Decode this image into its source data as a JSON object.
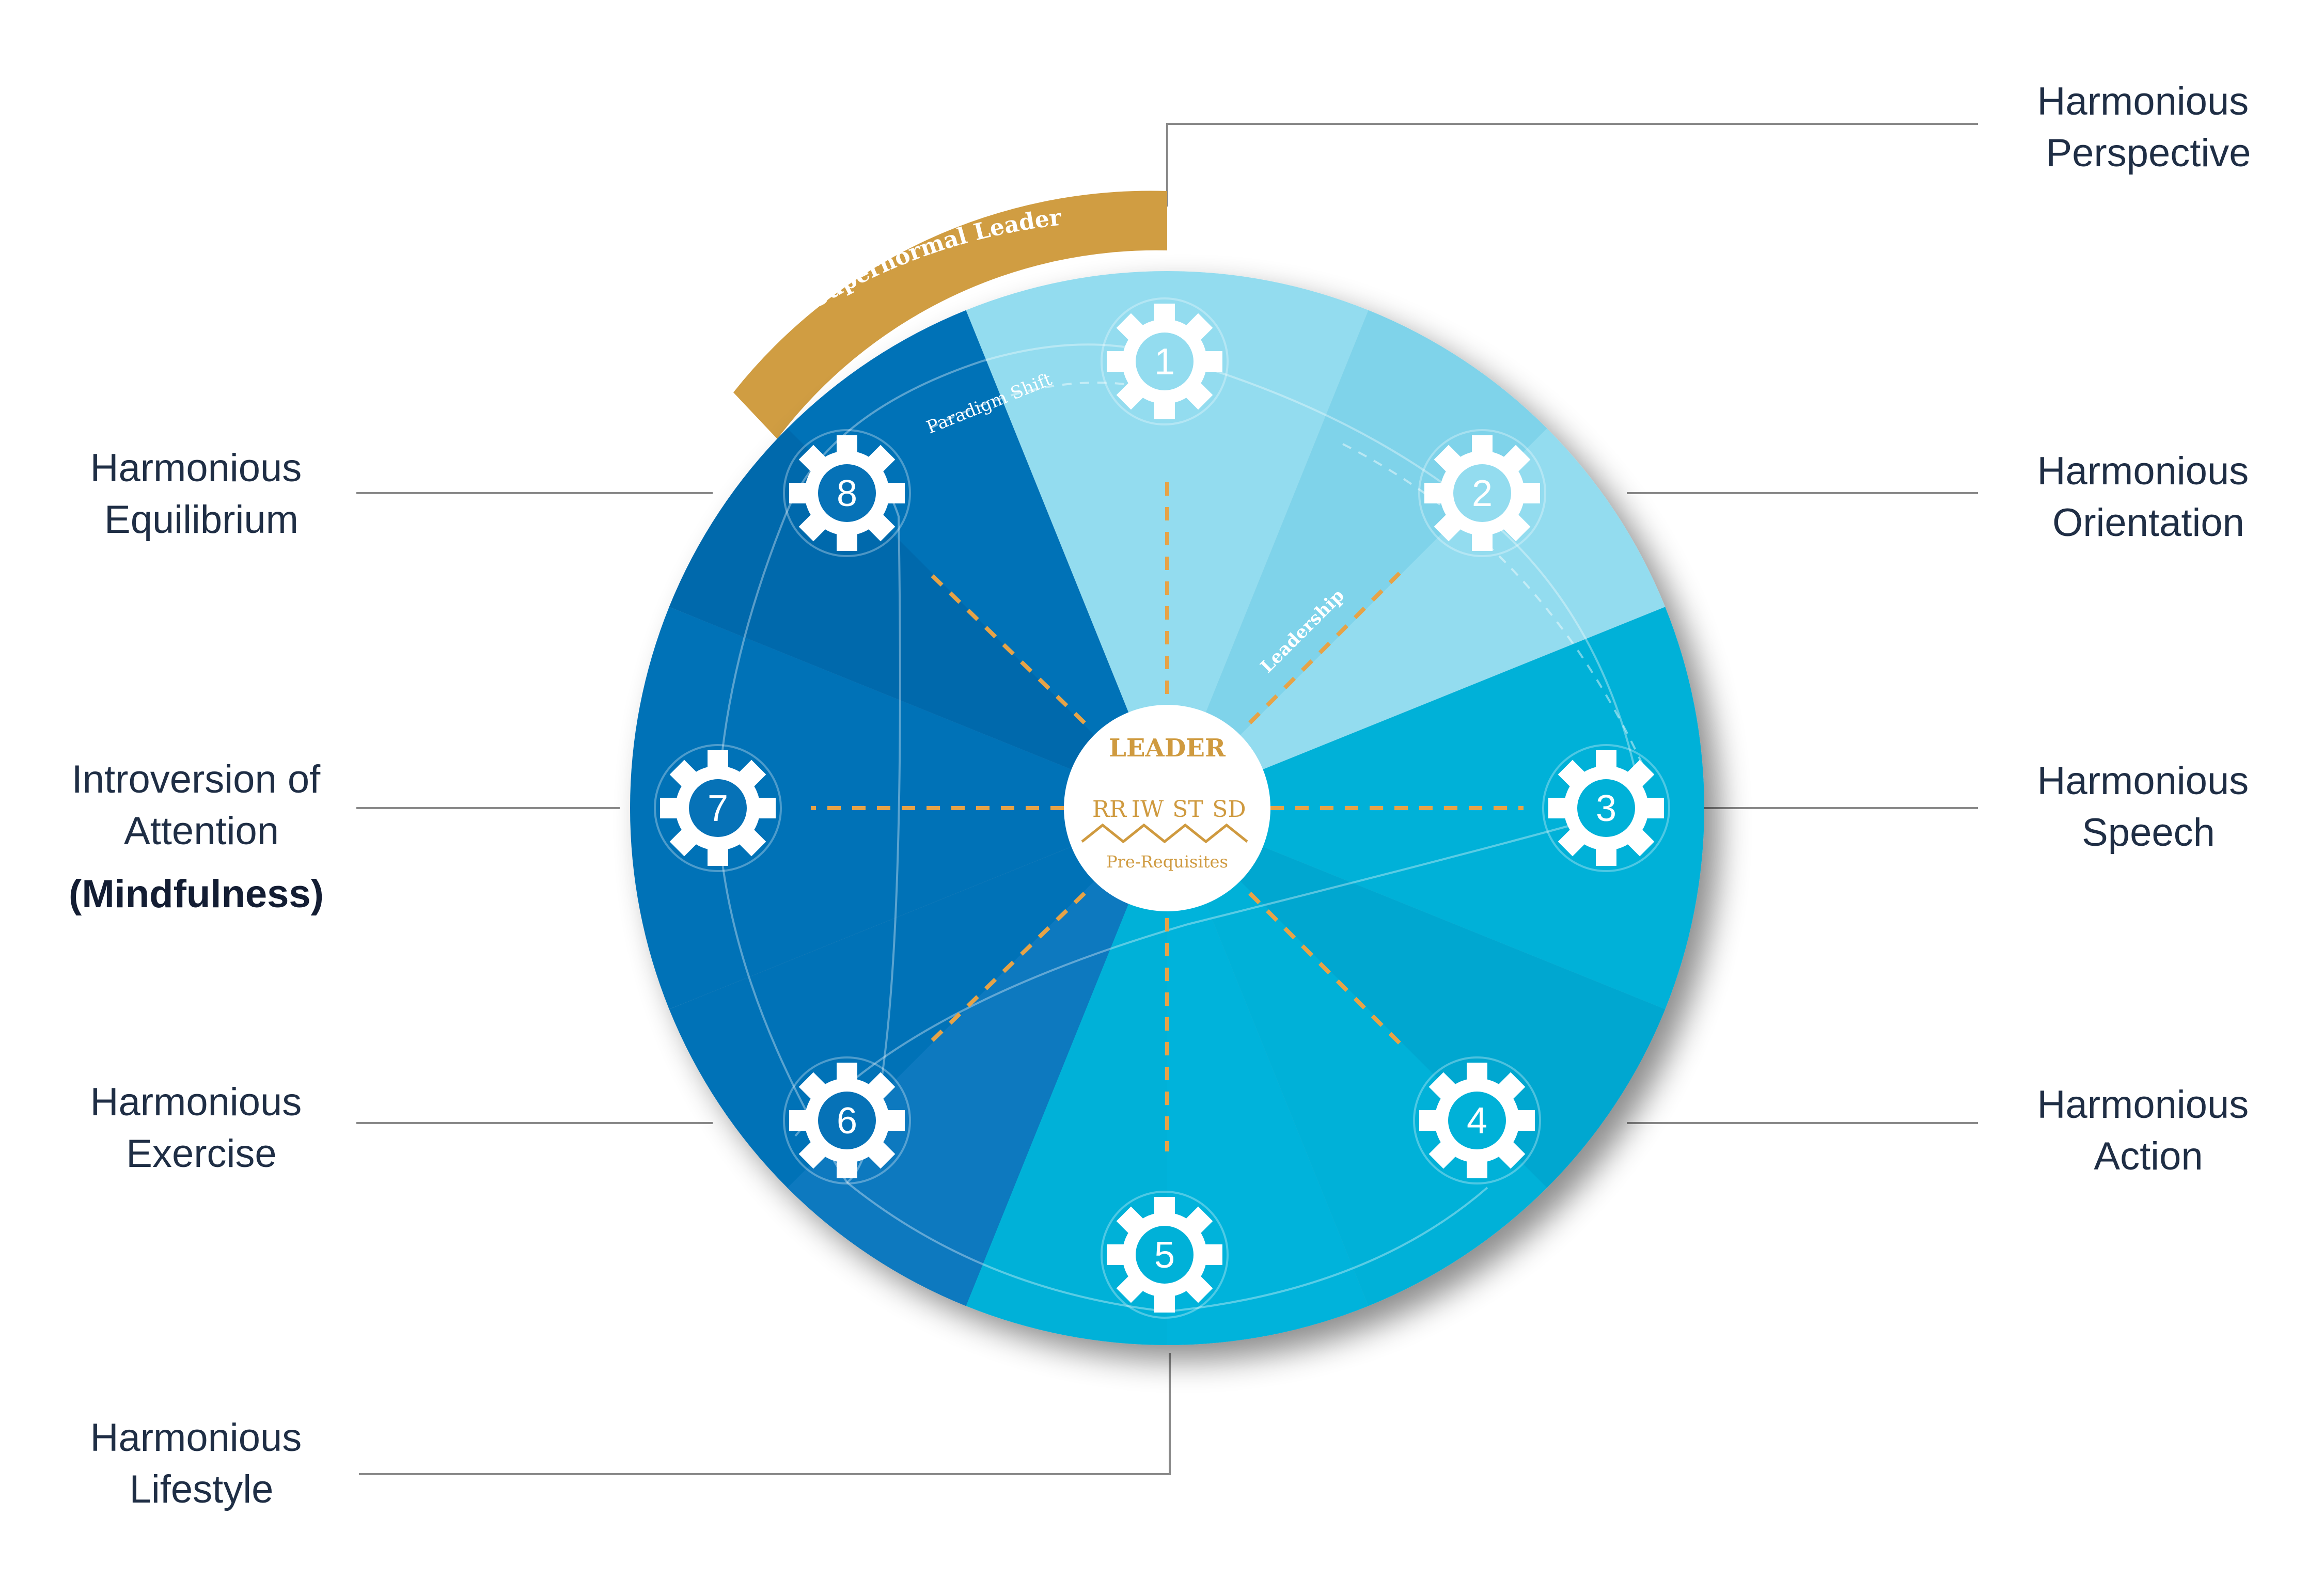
{
  "ring_title": "Supernormal Leader",
  "paradigm_label": "Paradigm Shift",
  "leadership_label": "Leadership",
  "center": {
    "title": "LEADER",
    "codes": [
      "RR",
      "IW",
      "ST",
      "SD"
    ],
    "subtitle": "Pre-Requisites"
  },
  "colors": {
    "gold": "#d09d42",
    "light_blue": "#93dcef",
    "mid_blue": "#00b1d8",
    "dark_blue": "#0672b7"
  },
  "segments": [
    {
      "number": "1",
      "icon": "gear-icon"
    },
    {
      "number": "2",
      "icon": "gear-icon"
    },
    {
      "number": "3",
      "icon": "gear-icon"
    },
    {
      "number": "4",
      "icon": "gear-icon"
    },
    {
      "number": "5",
      "icon": "gear-icon"
    },
    {
      "number": "6",
      "icon": "gear-icon"
    },
    {
      "number": "7",
      "icon": "gear-icon"
    },
    {
      "number": "8",
      "icon": "gear-icon"
    }
  ],
  "labels": {
    "perspective": [
      "Harmonious",
      "Perspective"
    ],
    "orientation": [
      "Harmonious",
      "Orientation"
    ],
    "speech": [
      "Harmonious",
      "Speech"
    ],
    "action": [
      "Harmonious",
      "Action"
    ],
    "equilibrium": [
      "Harmonious",
      "Equilibrium"
    ],
    "introversion": [
      "Introversion of",
      "Attention",
      "(Mindfulness)"
    ],
    "exercise": [
      "Harmonious",
      "Exercise"
    ],
    "lifestyle": [
      "Harmonious",
      "Lifestyle"
    ]
  }
}
